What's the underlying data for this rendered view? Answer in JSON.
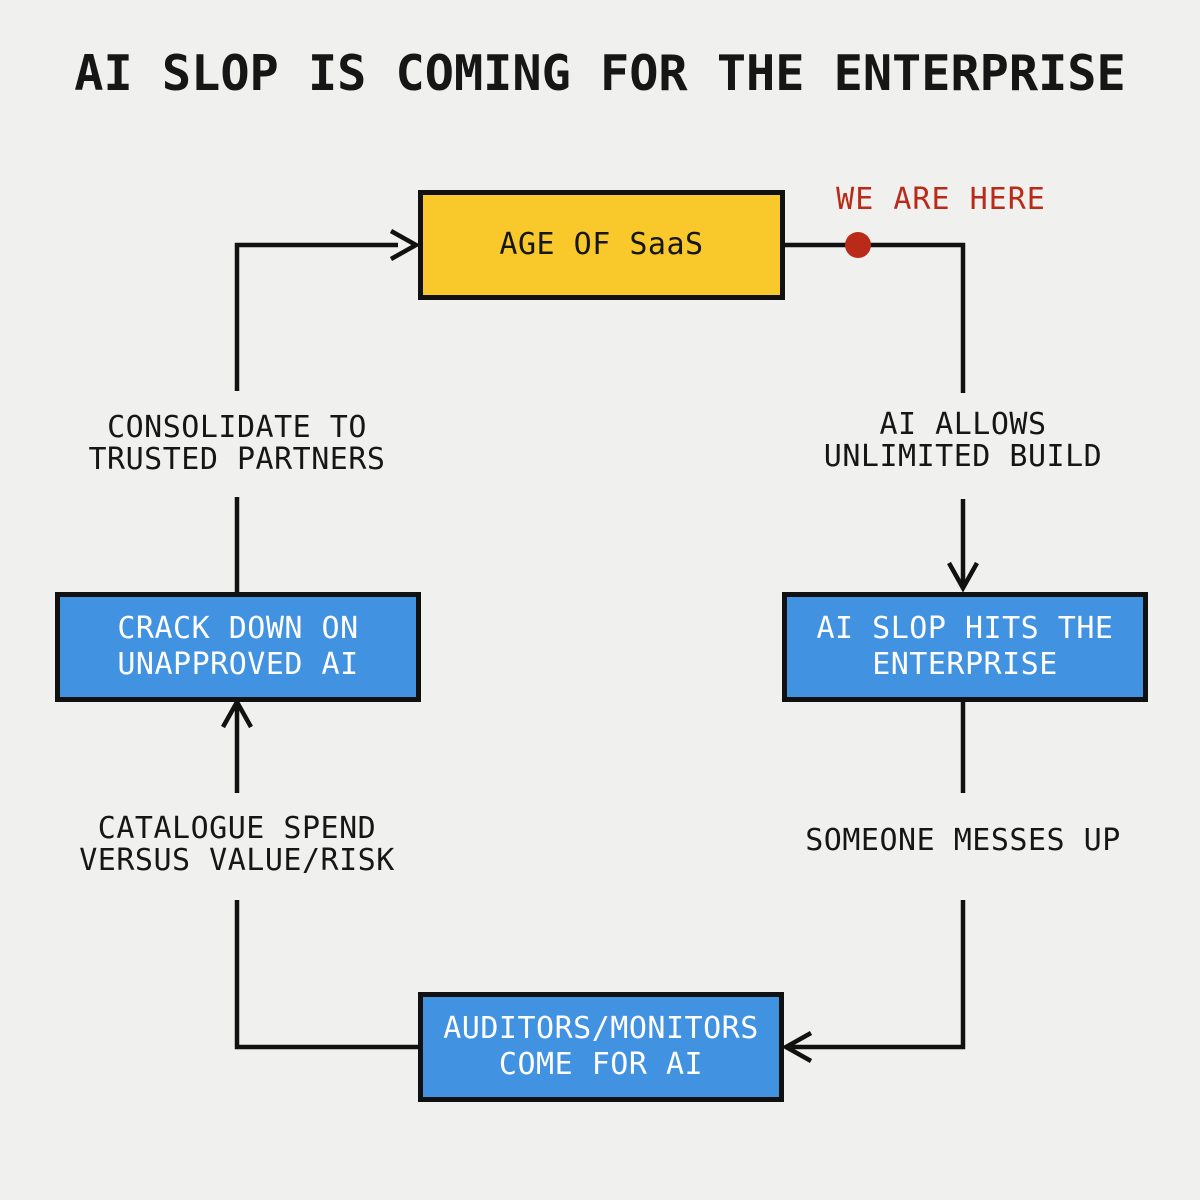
{
  "title": "AI SLOP IS COMING FOR THE ENTERPRISE",
  "colors": {
    "background": "#f0f0ee",
    "line": "#111111",
    "node_yellow": "#f9c82a",
    "node_blue": "#4292e2",
    "accent_red": "#ba2a18",
    "text_dark": "#161616",
    "text_light": "#ffffff"
  },
  "marker": {
    "label": "WE ARE HERE"
  },
  "nodes": {
    "age_of_saas": {
      "lines": [
        "AGE OF SaaS"
      ]
    },
    "ai_slop_hits": {
      "lines": [
        "AI SLOP HITS THE",
        "ENTERPRISE"
      ]
    },
    "auditors_monitors": {
      "lines": [
        "AUDITORS/MONITORS",
        "COME FOR AI"
      ]
    },
    "crack_down": {
      "lines": [
        "CRACK DOWN ON",
        "UNAPPROVED AI"
      ]
    }
  },
  "edges": {
    "ai_allows": {
      "lines": [
        "AI ALLOWS",
        "UNLIMITED BUILD"
      ]
    },
    "someone_messes": {
      "lines": [
        "SOMEONE MESSES UP"
      ]
    },
    "catalogue_spend": {
      "lines": [
        "CATALOGUE SPEND",
        "VERSUS VALUE/RISK"
      ]
    },
    "consolidate": {
      "lines": [
        "CONSOLIDATE TO",
        "TRUSTED PARTNERS"
      ]
    }
  }
}
